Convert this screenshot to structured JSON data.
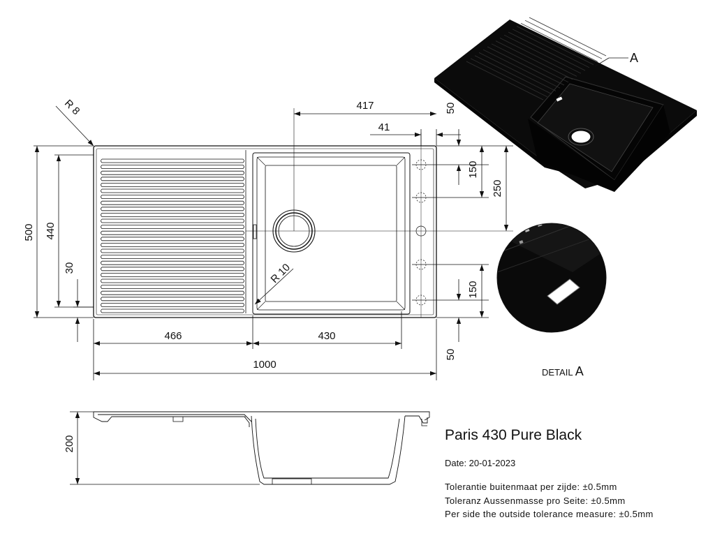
{
  "product": {
    "title": "Paris 430 Pure Black",
    "date": "Date: 20-01-2023",
    "tolerance_nl": "Tolerantie buitenmaat per zijde: ±0.5mm",
    "tolerance_de": "Toleranz Aussenmasse pro Seite: ±0.5mm",
    "tolerance_en": "Per side the outside tolerance measure: ±0.5mm"
  },
  "detail": {
    "label_prefix": "DETAIL",
    "label_letter": "A",
    "callout": "A"
  },
  "dimensions": {
    "width_total": "1000",
    "drainer_width": "466",
    "bowl_width": "430",
    "offset_417": "417",
    "offset_41": "41",
    "height_total": "500",
    "inner_height": "440",
    "edge_30": "30",
    "radius_corner": "R 8",
    "radius_bowl": "R 10",
    "tap_50_top": "50",
    "tap_150_top": "150",
    "tap_250": "250",
    "tap_150_bottom": "150",
    "tap_50_bottom": "50",
    "depth_200": "200"
  },
  "colors": {
    "line": "#111111",
    "product": "#0b0b0b"
  }
}
